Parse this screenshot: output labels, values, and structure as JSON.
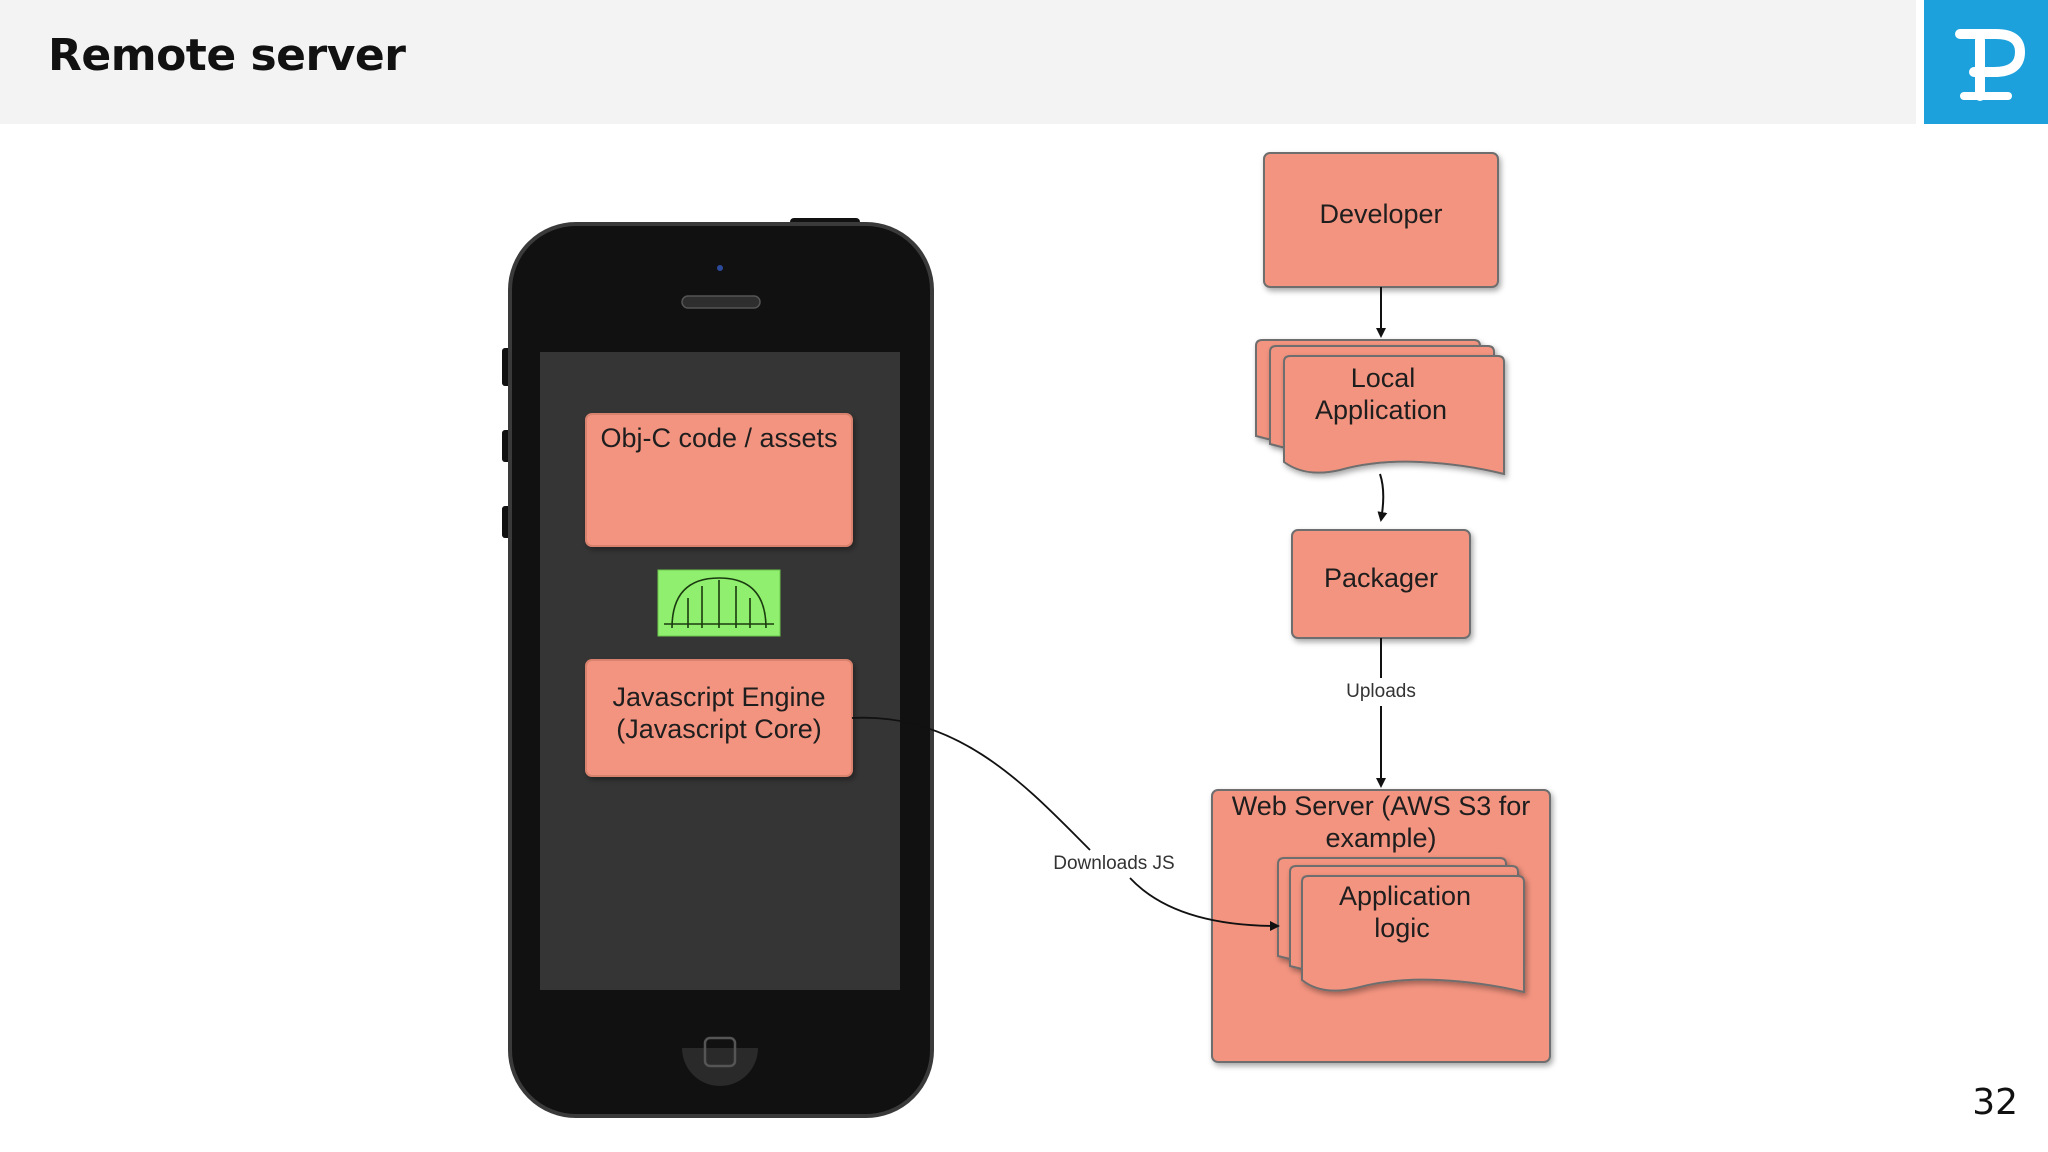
{
  "slide": {
    "title": "Remote server",
    "page_number": "32",
    "logo_icon": "company-logo-icon",
    "colors": {
      "header_bg": "#f3f3f3",
      "logo_bg": "#1da1dc",
      "box_fill": "#f39480",
      "bridge_fill": "#90ef6e",
      "phone_body": "#111111",
      "phone_screen": "#353535"
    }
  },
  "diagram": {
    "phone": {
      "objc_box": "Obj-C code / assets",
      "bridge_icon": "bridge-icon",
      "js_engine_line1": "Javascript Engine",
      "js_engine_line2": "(Javascript Core)"
    },
    "developer": "Developer",
    "local_app_line1": "Local",
    "local_app_line2": "Application",
    "packager": "Packager",
    "uploads_label": "Uploads",
    "web_server_line1": "Web Server (AWS S3 for",
    "web_server_line2": "example)",
    "app_logic_line1": "Application",
    "app_logic_line2": "logic",
    "downloads_label": "Downloads JS"
  }
}
